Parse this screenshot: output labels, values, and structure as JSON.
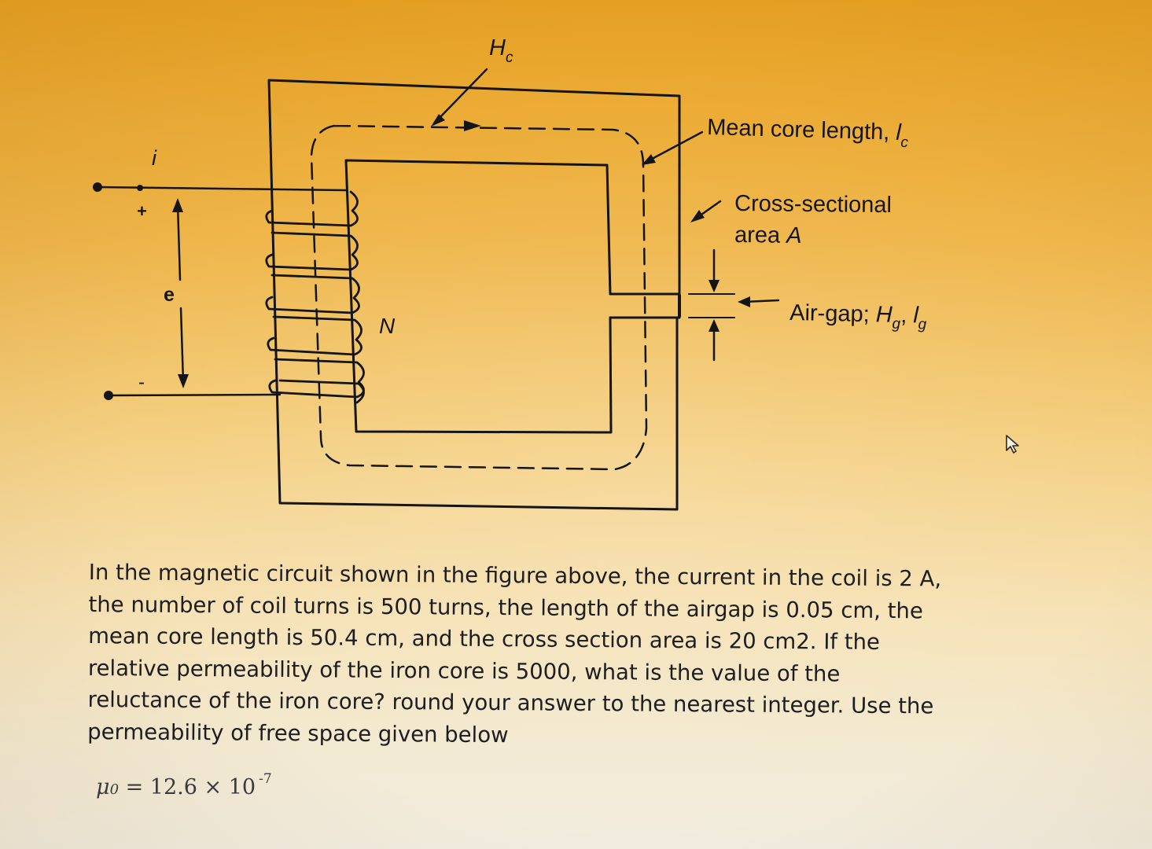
{
  "diagram": {
    "label_hc_main": "H",
    "label_hc_sub": "c",
    "label_i": "i",
    "label_plus": "+",
    "label_minus": "-",
    "label_e": "e",
    "label_n": "N",
    "label_mean_core": "Mean core length, ",
    "label_mean_core_sym": "l",
    "label_mean_core_sub": "c",
    "label_cross_line1": "Cross-sectional",
    "label_cross_line2": "area ",
    "label_cross_sym": "A",
    "label_airgap": "Air-gap; ",
    "label_airgap_h": "H",
    "label_airgap_hsub": "g",
    "label_airgap_sep": ", ",
    "label_airgap_l": "l",
    "label_airgap_lsub": "g"
  },
  "question": {
    "text": "In the magnetic circuit shown in the figure above, the current in the coil is 2 A, the number of coil turns is 500 turns, the length of the airgap is 0.05 cm, the mean core length is 50.4 cm, and the cross section area is 20 cm2. If the relative permeability of the iron core is 5000, what is the value of the reluctance of the iron core? round your answer to the nearest integer.  Use the permeability of free space given below"
  },
  "formula": {
    "mu": "μ",
    "sub": "0",
    "equals_value": " = 12.6 × 10",
    "exponent": "-7"
  },
  "colors": {
    "background_top": "#e9a324",
    "background_bottom": "#f1ecdf",
    "ink": "#151515",
    "text": "#1d1d22"
  },
  "icons": {
    "cursor": "mouse-pointer-icon"
  }
}
